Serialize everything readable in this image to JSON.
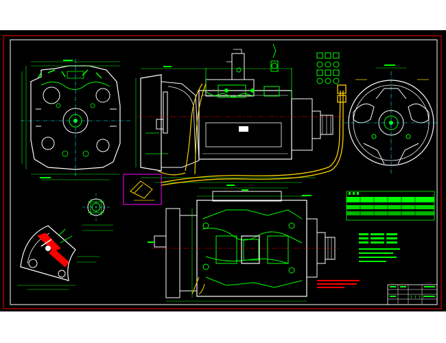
{
  "drawing": {
    "background": "#000000",
    "colors": {
      "frame": "#ff0000",
      "outline": "#ffffff",
      "detail": "#00ff00",
      "dimension": "#00ffff",
      "accent_red": "#ff0000",
      "accent_magenta": "#ff00ff",
      "accent_yellow": "#ffd200"
    },
    "views": [
      "front-end-view",
      "side-elevation-view",
      "rear-end-view",
      "top-plan-view",
      "detail-sector-view",
      "detail-gear-view"
    ],
    "legend_label": "T T T T"
  }
}
